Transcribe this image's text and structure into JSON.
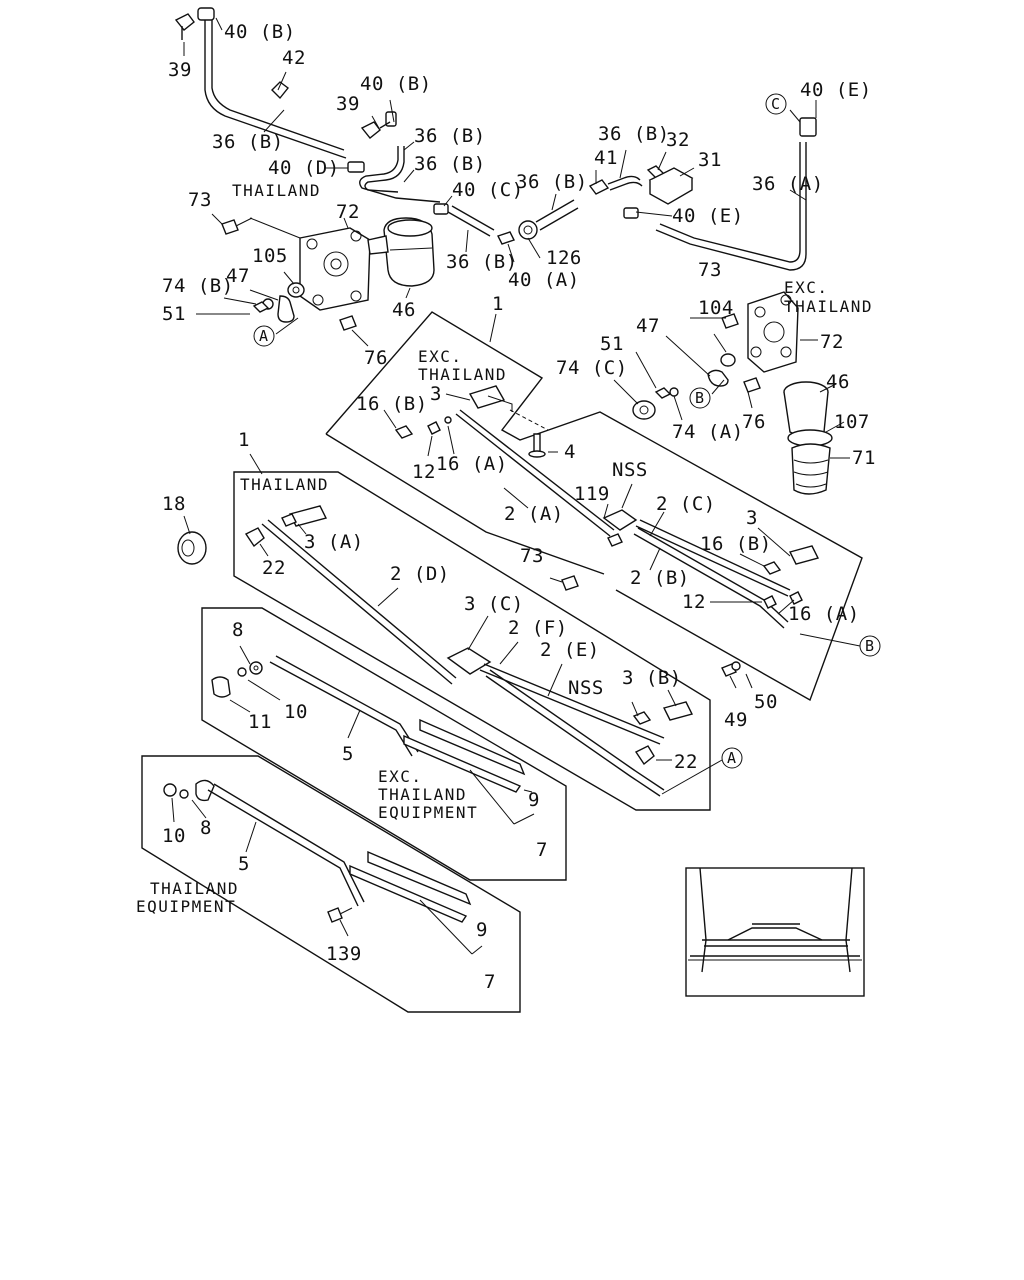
{
  "labels": {
    "l39a": "39",
    "l40Ba": "40 (B)",
    "l42": "42",
    "l36Ba": "36 (B)",
    "l39b": "39",
    "l40Bb": "40 (B)",
    "l36Bb": "36 (B)",
    "l40D": "40 (D)",
    "l36Bc": "36 (B)",
    "l73a": "73",
    "l40C": "40 (C)",
    "l36Bd": "36 (B)",
    "l41": "41",
    "l36Be": "36 (B)",
    "l32": "32",
    "l31": "31",
    "l40E1": "40 (E)",
    "l36A": "36 (A)",
    "l40E2": "40 (E)",
    "l72a": "72",
    "l105": "105",
    "l74Ba": "74 (B)",
    "l47a": "47",
    "l51a": "51",
    "l46a": "46",
    "l76a": "76",
    "l36Bf": "36 (B)",
    "l40A": "40 (A)",
    "l126": "126",
    "l73b": "73",
    "l104": "104",
    "l47b": "47",
    "l51b": "51",
    "l72b": "72",
    "l74C": "74 (C)",
    "l46b": "46",
    "l74A": "74 (A)",
    "l76b": "76",
    "l107": "107",
    "l71": "71",
    "l1a": "1",
    "l3a": "3",
    "l16Ba": "16 (B)",
    "l12a": "12",
    "l16Aa": "16 (A)",
    "l4": "4",
    "l1b": "1",
    "l18": "18",
    "l3A": "3 (A)",
    "l22a": "22",
    "l2A": "2 (A)",
    "l119": "119",
    "l2C": "2 (C)",
    "lNSSa": "NSS",
    "l3b": "3",
    "l16Bb": "16 (B)",
    "l73c": "73",
    "l2B": "2 (B)",
    "l12b": "12",
    "l16Ab": "16 (A)",
    "l2D": "2 (D)",
    "l3C": "3 (C)",
    "l2F": "2 (F)",
    "l2E": "2 (E)",
    "lNSSb": "NSS",
    "l3B": "3 (B)",
    "l49": "49",
    "l50": "50",
    "l22b": "22",
    "l8a": "8",
    "l11": "11",
    "l10a": "10",
    "l5a": "5",
    "l9a": "9",
    "l7a": "7",
    "l10b": "10",
    "l8b": "8",
    "l5b": "5",
    "l9b": "9",
    "l7b": "7",
    "l139": "139"
  },
  "notes": {
    "thailand_top": "THAILAND",
    "exc_thailand_right_1": "EXC.",
    "exc_thailand_right_2": "THAILAND",
    "exc_thailand_mid_1": "EXC.",
    "exc_thailand_mid_2": "THAILAND",
    "thailand_box": "THAILAND",
    "exc_equip_1": "EXC.",
    "exc_equip_2": "THAILAND",
    "exc_equip_3": "EQUIPMENT",
    "thai_equip_1": "THAILAND",
    "thai_equip_2": "EQUIPMENT"
  },
  "refs": {
    "refA1": "A",
    "refA2": "A",
    "refB1": "B",
    "refB2": "B",
    "refC": "C"
  }
}
